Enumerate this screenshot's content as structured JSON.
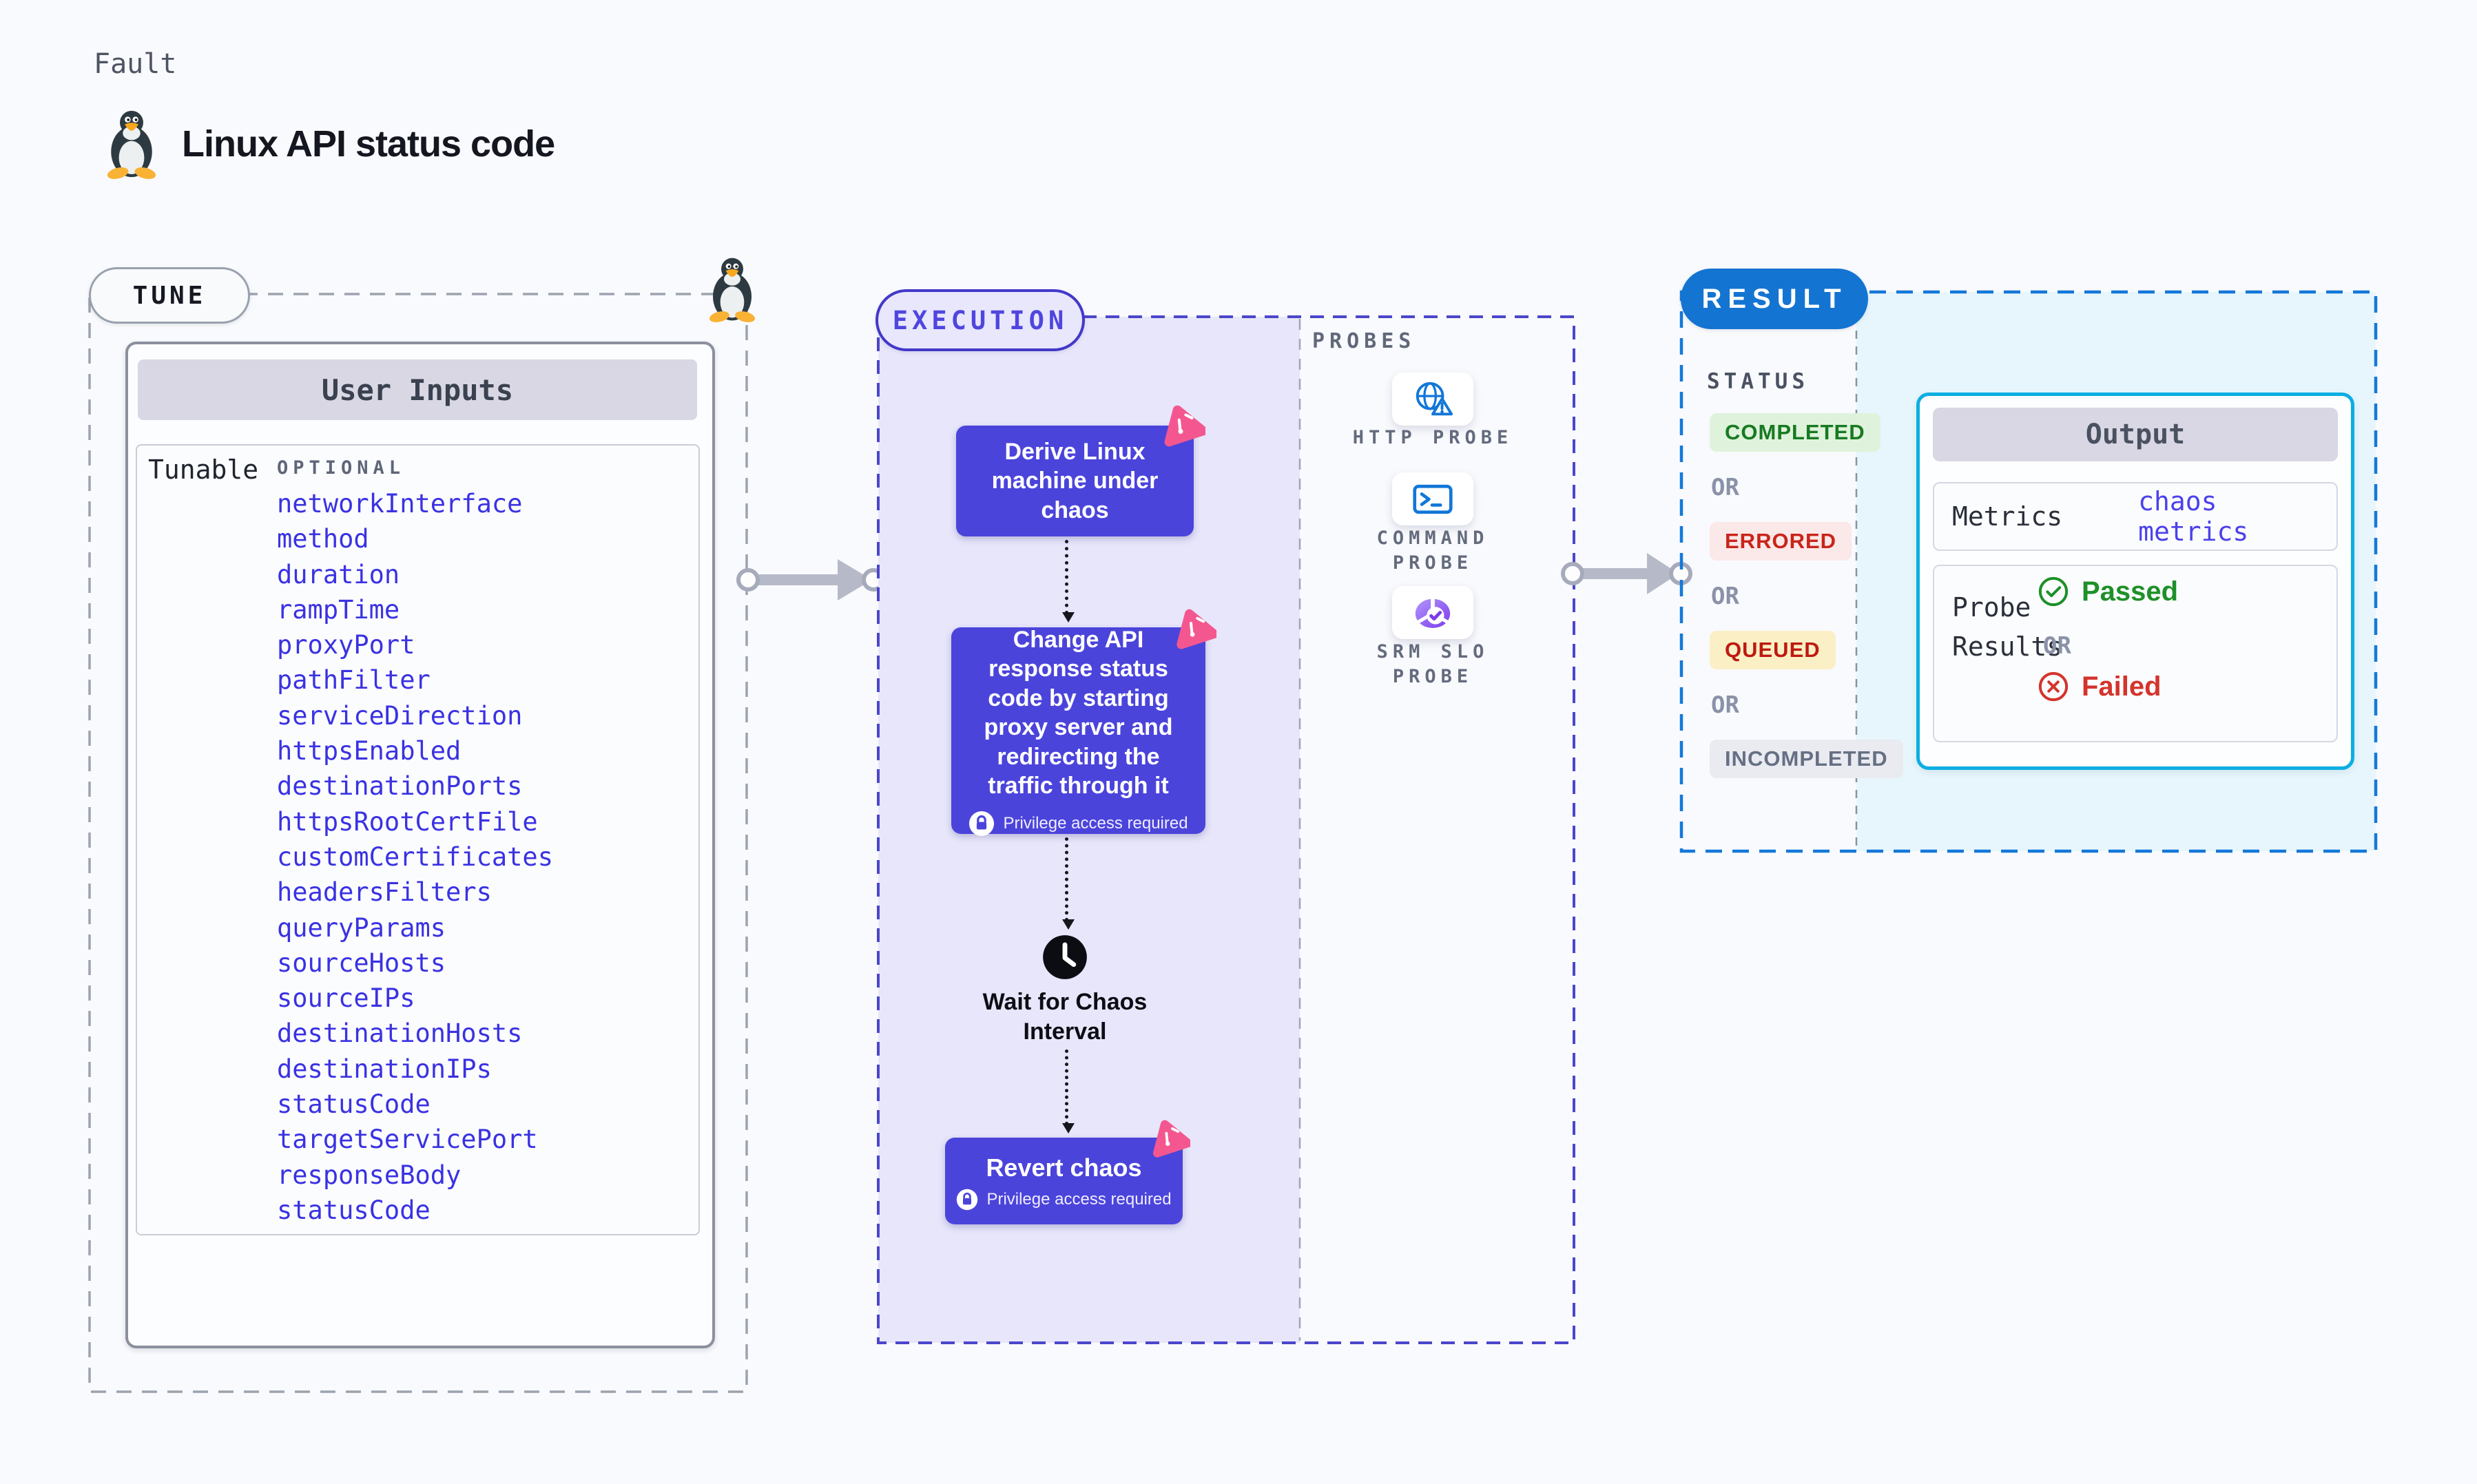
{
  "page": {
    "kicker": "Fault",
    "title": "Linux API status code"
  },
  "tune": {
    "pill_label": "TUNE",
    "card_title": "User Inputs",
    "row_label": "Tunable",
    "optional_label": "OPTIONAL",
    "params": [
      "networkInterface",
      "method",
      "duration",
      "rampTime",
      "proxyPort",
      "pathFilter",
      "serviceDirection",
      "httpsEnabled",
      "destinationPorts",
      "httpsRootCertFile",
      "customCertificates",
      "headersFilters",
      "queryParams",
      "sourceHosts",
      "sourceIPs",
      "destinationHosts",
      "destinationIPs",
      "statusCode",
      "targetServicePort",
      "responseBody",
      "statusCode"
    ]
  },
  "execution": {
    "pill_label": "EXECUTION",
    "nodes": [
      {
        "text": "Derive Linux machine under chaos",
        "privileged": false
      },
      {
        "text": "Change API response status code by starting proxy server and redirecting the traffic through it",
        "privileged": true
      },
      {
        "text": "Revert chaos",
        "privileged": true
      }
    ],
    "wait_label": "Wait for Chaos Interval",
    "privilege_note": "Privilege access required"
  },
  "probes": {
    "heading": "PROBES",
    "items": [
      {
        "label": "HTTP PROBE",
        "icon": "globe-alert-icon"
      },
      {
        "label": "COMMAND PROBE",
        "icon": "terminal-icon"
      },
      {
        "label": "SRM SLO PROBE",
        "icon": "slo-pie-icon"
      }
    ]
  },
  "result": {
    "pill_label": "RESULT",
    "status_heading": "STATUS",
    "or_label": "OR",
    "statuses": [
      {
        "label": "COMPLETED",
        "bg": "#DFF3DC",
        "color": "#177A21"
      },
      {
        "label": "ERRORED",
        "bg": "#FBE8E8",
        "color": "#C9241A"
      },
      {
        "label": "QUEUED",
        "bg": "#FAEFC5",
        "color": "#BD1A10"
      },
      {
        "label": "INCOMPLETED",
        "bg": "#E9EBF1",
        "color": "#666F83"
      }
    ],
    "output": {
      "title": "Output",
      "metrics_label": "Metrics",
      "metrics_value": "chaos metrics",
      "probe_results_label": "Probe Results",
      "passed_label": "Passed",
      "or_label": "OR",
      "failed_label": "Failed"
    }
  },
  "icons": {
    "fault_logo": "tux-penguin-icon",
    "tune_corner": "tux-penguin-icon",
    "node_corner_badge": "chaos-logo-icon",
    "wait": "clock-icon",
    "privilege": "lock-icon",
    "probes": [
      "globe-alert-icon",
      "terminal-icon",
      "slo-pie-icon"
    ],
    "passed": "check-circle-icon",
    "failed": "x-circle-icon"
  },
  "colors": {
    "page_bg": "#F9FAFD",
    "node_indigo": "#4B44DB",
    "execution_fill": "#E7E6FB",
    "execution_dash": "#4B46CB",
    "tune_dash": "#9CA3AF",
    "result_dash": "#1478D9",
    "result_fill": "#E7F6FC",
    "result_pill_bg": "#1474D2",
    "output_border": "#0CAEE2",
    "tunable_link": "#3A32E2",
    "probe_icon_blue": "#1277D8",
    "passed_green": "#1E9029",
    "failed_red": "#D4342C",
    "chaos_pink": "#F4578F"
  }
}
